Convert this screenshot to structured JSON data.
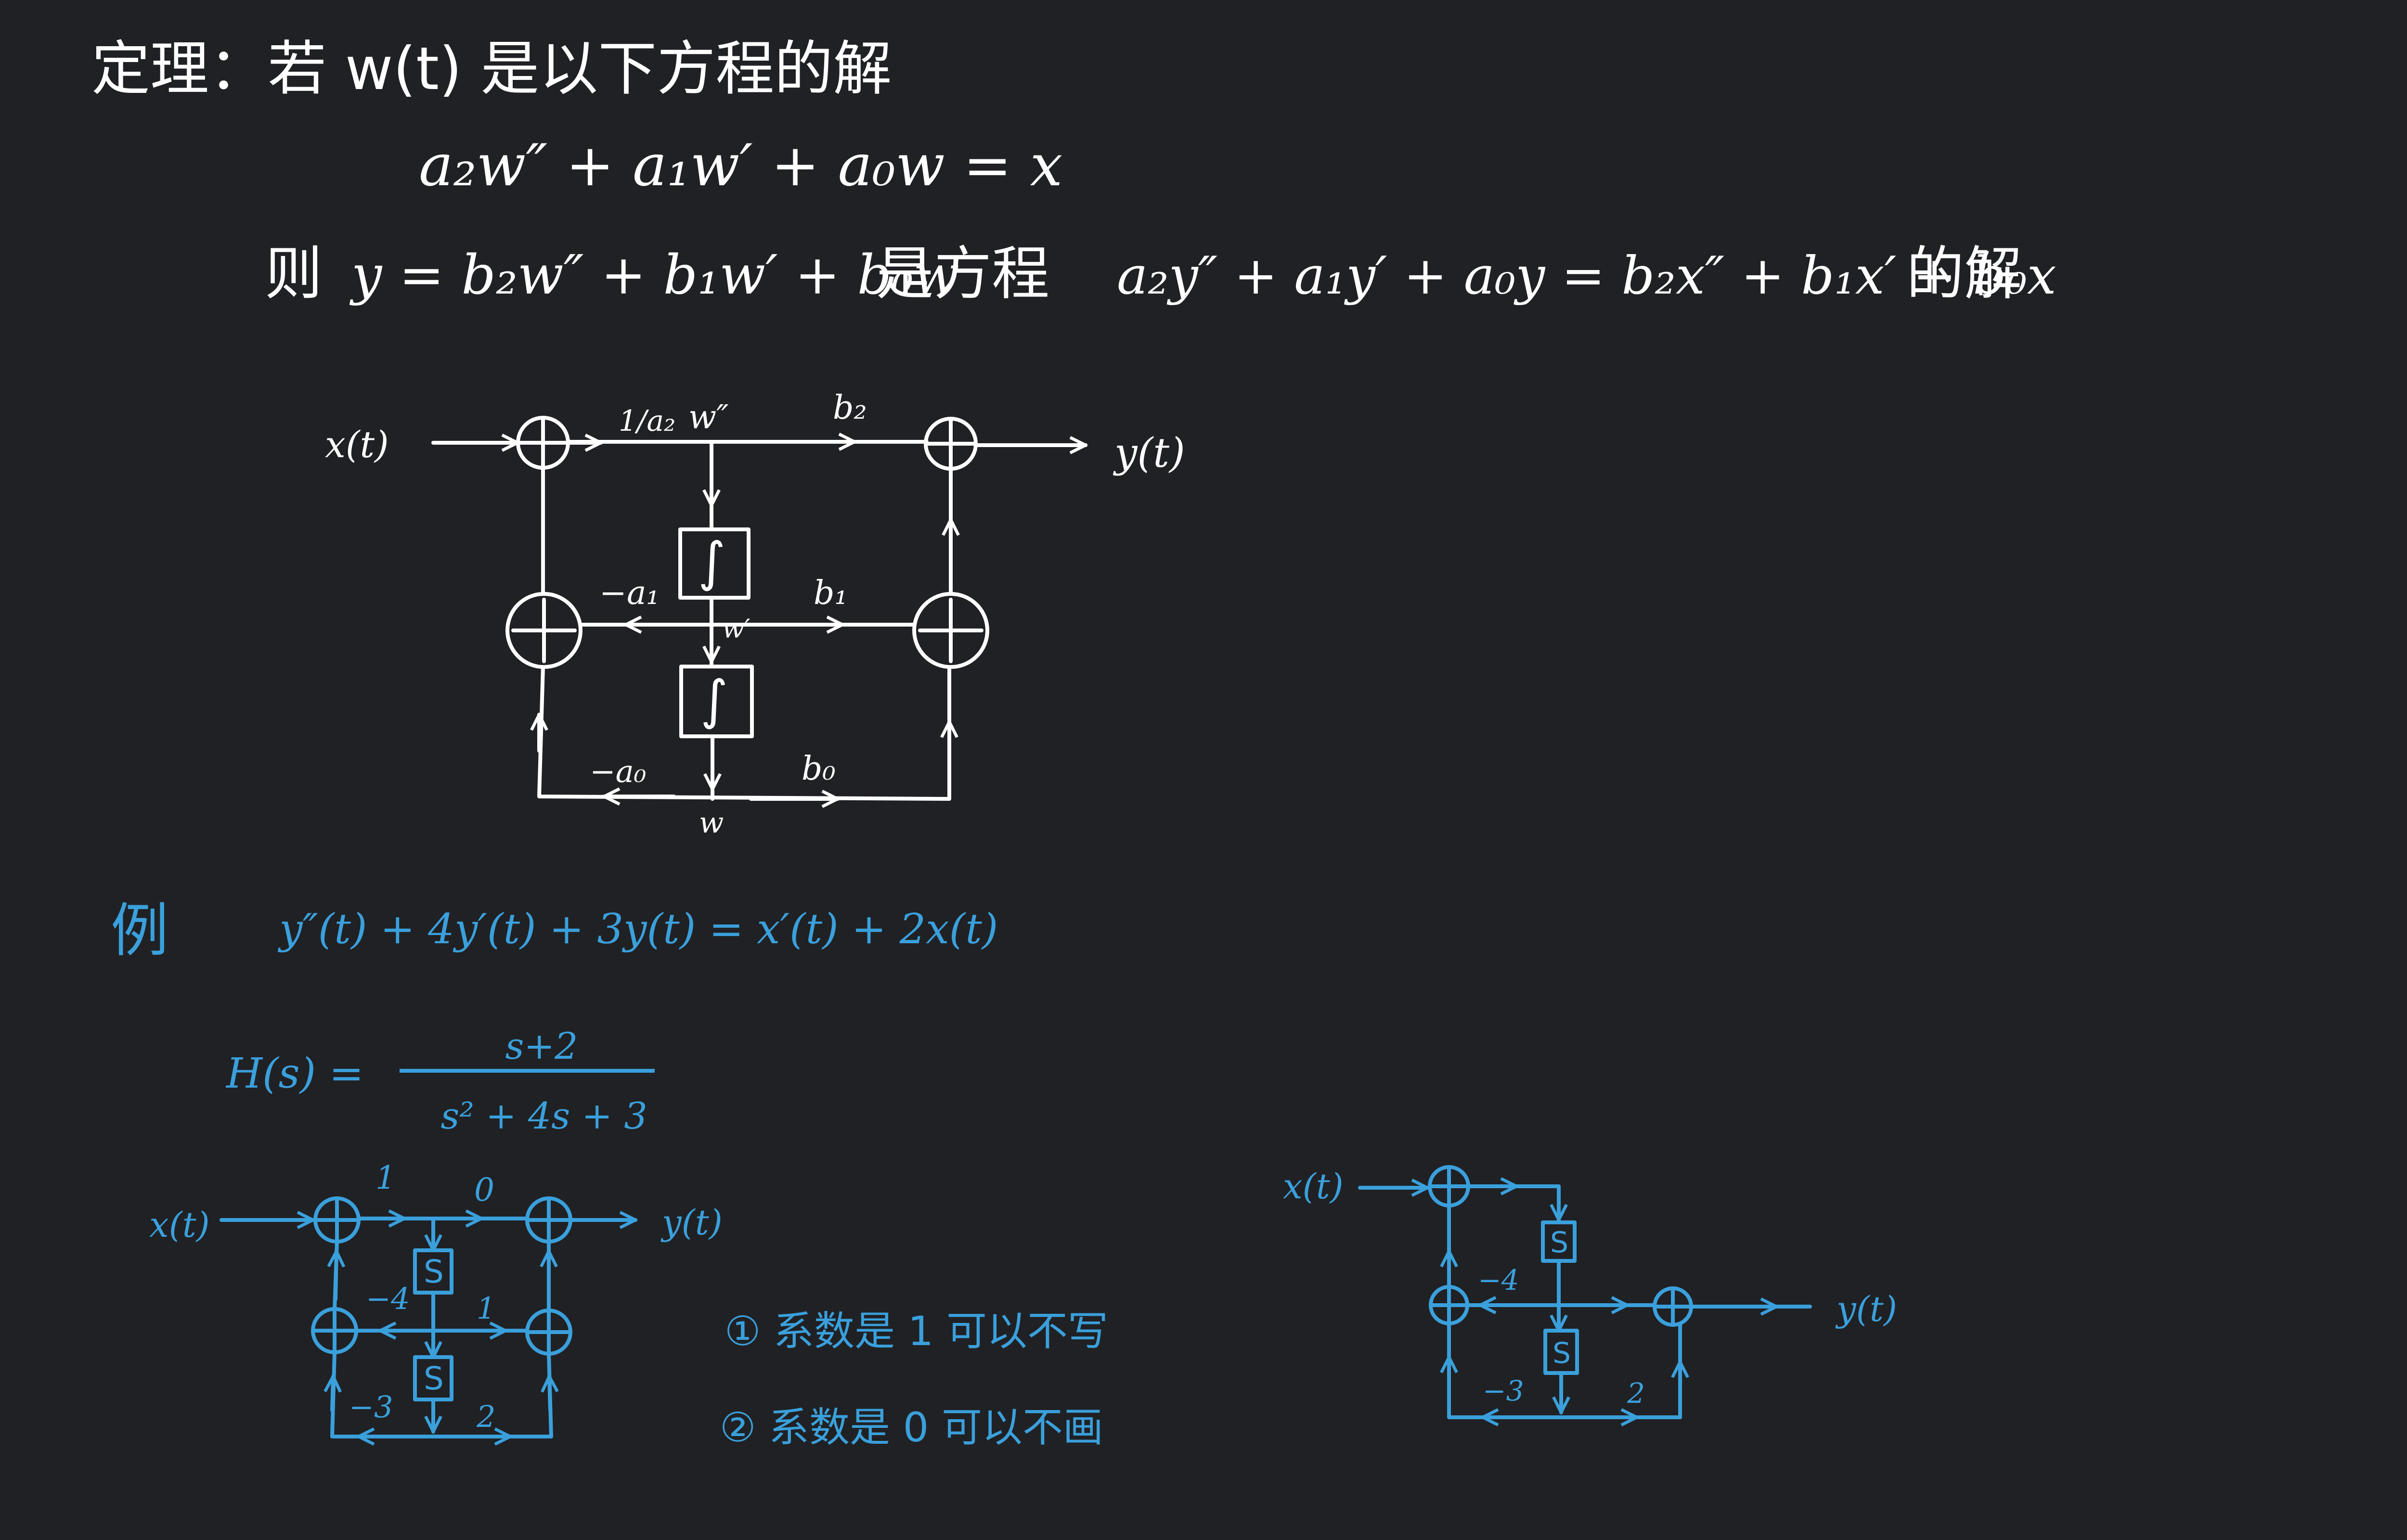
{
  "colors": {
    "background": "#202124",
    "ink_white": "#ffffff",
    "ink_blue": "#3aa0dc"
  },
  "theorem": {
    "title": "定理：若 w(t) 是以下方程的解",
    "eq1": "a₂w″ + a₁w′ + a₀w = x",
    "then_prefix": "则",
    "eq2a": "y = b₂w″ + b₁w′ + b₀w",
    "is_eq": "是方程",
    "eq2b": "a₂y″ + a₁y′ + a₀y = b₂x″ + b₁x′ + b₀x",
    "solution": "的解"
  },
  "diagram1": {
    "input": "x(t)",
    "output": "y(t)",
    "gain_in": "1/a₂",
    "w2": "w″",
    "b2": "b₂",
    "int1": "∫",
    "int2": "∫",
    "neg_a1": "−a₁",
    "w1": "w′",
    "b1": "b₁",
    "neg_a0": "−a₀",
    "b0": "b₀",
    "w": "w"
  },
  "example": {
    "label": "例",
    "equation": "y″(t) + 4y′(t) + 3y(t) = x′(t) + 2x(t)",
    "H_lhs": "H(s) =",
    "numerator": "s+2",
    "denominator": "s² + 4s + 3"
  },
  "diagram2": {
    "input": "x(t)",
    "output": "y(t)",
    "g1": "1",
    "g0": "0",
    "int": "S",
    "neg4": "−4",
    "one": "1",
    "neg3": "−3",
    "two": "2"
  },
  "notes": {
    "n1": "① 系数是 1 可以不写",
    "n2": "② 系数是 0 可以不画"
  },
  "diagram3": {
    "input": "x(t)",
    "output": "y(t)",
    "int": "S",
    "neg4": "−4",
    "neg3": "−3",
    "two": "2"
  }
}
